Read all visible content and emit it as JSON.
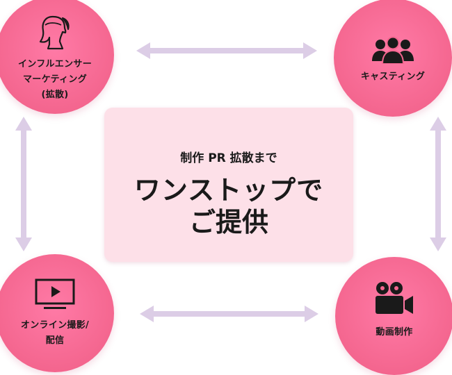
{
  "center": {
    "subtitle": "制作 PR 拡散まで",
    "title_line1": "ワンストップで",
    "title_line2": "ご提供"
  },
  "nodes": {
    "influencer": {
      "line1": "インフルエンサー",
      "line2": "マーケティング",
      "line3": "(拡散)",
      "icon": "woman-profile-icon"
    },
    "casting": {
      "label": "キャスティング",
      "icon": "people-group-icon"
    },
    "online": {
      "line1": "オンライン撮影/",
      "line2": "配信",
      "icon": "monitor-play-icon"
    },
    "video": {
      "label": "動画制作",
      "icon": "video-camera-icon"
    }
  },
  "colors": {
    "circle": "#f4668f",
    "center_box": "#fde0e8",
    "arrow": "#dccde6"
  }
}
